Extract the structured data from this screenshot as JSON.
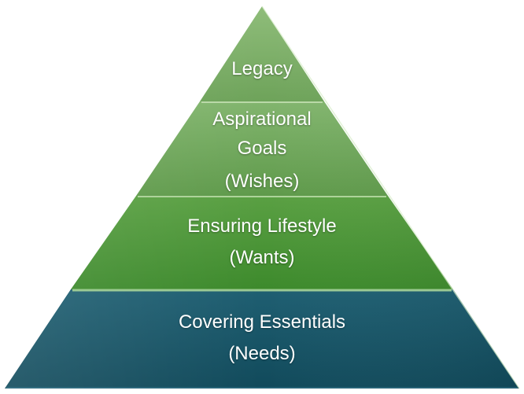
{
  "diagram": {
    "tiers": [
      {
        "id": "legacy",
        "lines": [
          "Legacy"
        ],
        "colors": {
          "top": "#8fbd7a",
          "bottom": "#6ea35a",
          "highlight": "#c4dfb3"
        }
      },
      {
        "id": "aspirational-goals",
        "lines": [
          "Aspirational",
          "Goals",
          "(Wishes)"
        ],
        "colors": {
          "top": "#82b56e",
          "bottom": "#5f9a4b",
          "highlight": "#bcdca9"
        }
      },
      {
        "id": "ensuring-lifestyle",
        "lines": [
          "Ensuring Lifestyle",
          "(Wants)"
        ],
        "colors": {
          "top": "#5aa043",
          "bottom": "#3d8a2c",
          "highlight": "#a9d597"
        }
      },
      {
        "id": "covering-essentials",
        "lines": [
          "Covering Essentials",
          "(Needs)"
        ],
        "colors": {
          "top": "#1f5f72",
          "bottom": "#114a5b",
          "highlight": "#5aa8c4"
        }
      }
    ]
  }
}
